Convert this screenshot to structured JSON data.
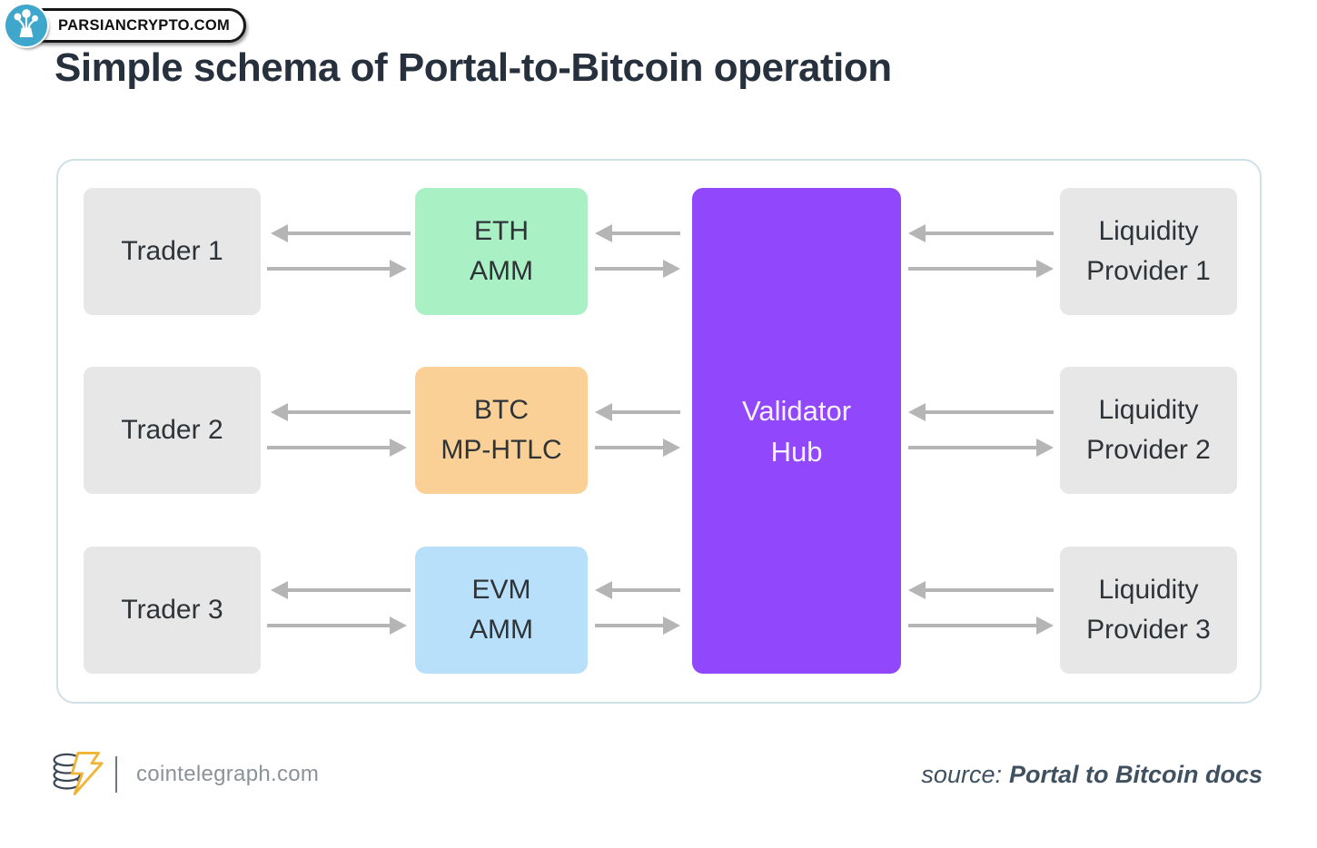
{
  "badge": {
    "label": "PARSIANCRYPTO.COM"
  },
  "title": "Simple schema of Portal-to-Bitcoin operation",
  "colors": {
    "node_gray": "#e7e7e7",
    "hub_purple": "#9147fb",
    "arrow_gray": "#b5b5b5",
    "panel_border": "#cfe0e6",
    "title_text": "#27313d",
    "source_text": "#3f5160",
    "badge_circle_blue": "#3fa7cc",
    "bolt_gold": "#f0b537",
    "coin_outline": "#3c4854"
  },
  "diagram": {
    "hub": {
      "line1": "Validator",
      "line2": "Hub"
    },
    "rows": [
      {
        "trader": "Trader 1",
        "middle_line1": "ETH",
        "middle_line2": "AMM",
        "middle_color": "#aaf0c5",
        "provider_line1": "Liquidity",
        "provider_line2": "Provider 1"
      },
      {
        "trader": "Trader 2",
        "middle_line1": "BTC",
        "middle_line2": "MP-HTLC",
        "middle_color": "#fad096",
        "provider_line1": "Liquidity",
        "provider_line2": "Provider 2"
      },
      {
        "trader": "Trader 3",
        "middle_line1": "EVM",
        "middle_line2": "AMM",
        "middle_color": "#b8e0fb",
        "provider_line1": "Liquidity",
        "provider_line2": "Provider 3"
      }
    ]
  },
  "footer": {
    "site": "cointelegraph.com",
    "source_label": "source:",
    "source_value": "Portal to Bitcoin docs"
  }
}
